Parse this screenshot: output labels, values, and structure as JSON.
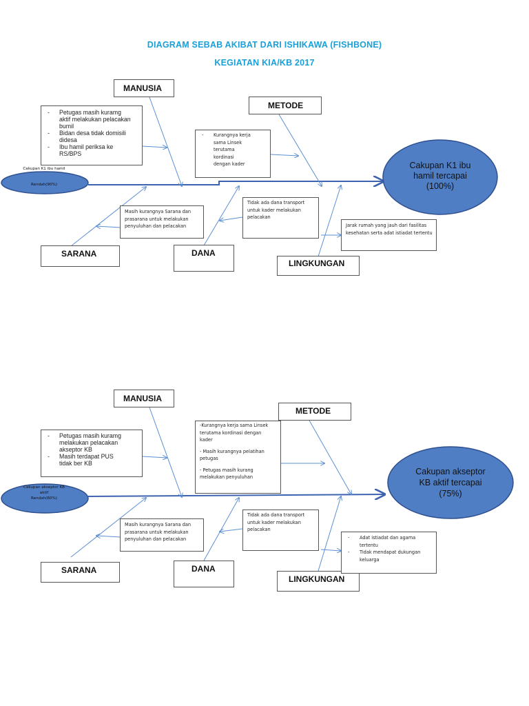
{
  "title": {
    "line1": "DIAGRAM SEBAB AKIBAT DARI ISHIKAWA (FISHBONE)",
    "line2": "KEGIATAN KIA/KB 2017"
  },
  "diagram1": {
    "problem_lines": [
      "Cakupan K1 ibu hamil",
      "Rendah(90%)"
    ],
    "goal_lines": [
      "Cakupan K1 ibu",
      "hamil tercapai",
      "(100%)"
    ],
    "categories": {
      "manusia": "MANUSIA",
      "metode": "METODE",
      "sarana": "SARANA",
      "dana": "DANA",
      "lingkungan": "LINGKUNGAN"
    },
    "manusia_items": [
      "Petugas masih kuramg aktif melakukan pelacakan bumil",
      "Bidan desa tidak domisili didesa",
      "Ibu hamil periksa ke RS/BPS"
    ],
    "metode_items": [
      "Kurangnya kerja sama Linsek terutama kordinasi dengan kader"
    ],
    "sarana_note": "Masih kurangnya Sarana dan prasarana untuk melakukan penyuluhan dan pelacakan",
    "dana_note": "Tidak ada dana transport untuk kader melakukan pelacakan",
    "lingkungan_note": "Jarak rumah yang jauh dari fasilitas kesehatan serta adat istiadat tertentu"
  },
  "diagram2": {
    "problem_lines": [
      "Cakupan akseptor KB",
      "aktif",
      "Rendah(60%)"
    ],
    "goal_lines": [
      "Cakupan akseptor",
      "KB aktif tercapai",
      "(75%)"
    ],
    "categories": {
      "manusia": "MANUSIA",
      "metode": "METODE",
      "sarana": "SARANA",
      "dana": "DANA",
      "lingkungan": "LINGKUNGAN"
    },
    "manusia_items": [
      "Petugas masih kuramg melakukan pelacakan akseptor KB",
      "Masih terdapat PUS tidak ber KB"
    ],
    "metode_notes": [
      "-Kurangnya kerja sama Linsek terutama kordinasi dengan kader",
      "- Masih kurangnya pelatihan petugas",
      "- Petugas masih kurang melakukan penyuluhan"
    ],
    "sarana_note": "Masih kurangnya Sarana dan prasarana untuk melakukan penyuluhan dan pelacakan",
    "dana_note": "Tidak ada dana transport untuk kader melakukan pelacakan",
    "lingkungan_items": [
      "Adat istiadat dan agama tertentu",
      "Tidak mendapat dukungan keluarga"
    ]
  },
  "colors": {
    "title": "#1aa0d8",
    "spine": "#3d63b0",
    "arrow": "#5b8fd3",
    "ellipse_fill": "#4f7ec4",
    "ellipse_stroke": "#2f4f8f"
  }
}
